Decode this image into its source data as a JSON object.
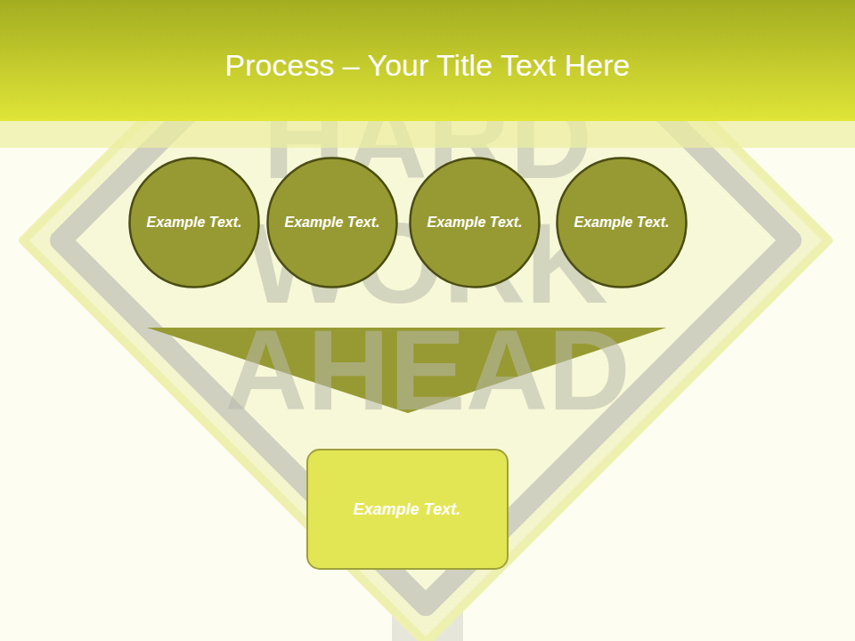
{
  "diagram": {
    "title": "Process – Your Title Text Here",
    "nodes": [
      {
        "text": [
          "Example Text."
        ]
      },
      {
        "text": [
          "Example Text."
        ]
      },
      {
        "text": [
          "Example Text."
        ]
      },
      {
        "text": [
          "Example Text."
        ]
      },
      {
        "text": [
          "Example Text."
        ]
      }
    ],
    "labels": [
      "HARD",
      "WORK",
      "AHEAD"
    ]
  }
}
